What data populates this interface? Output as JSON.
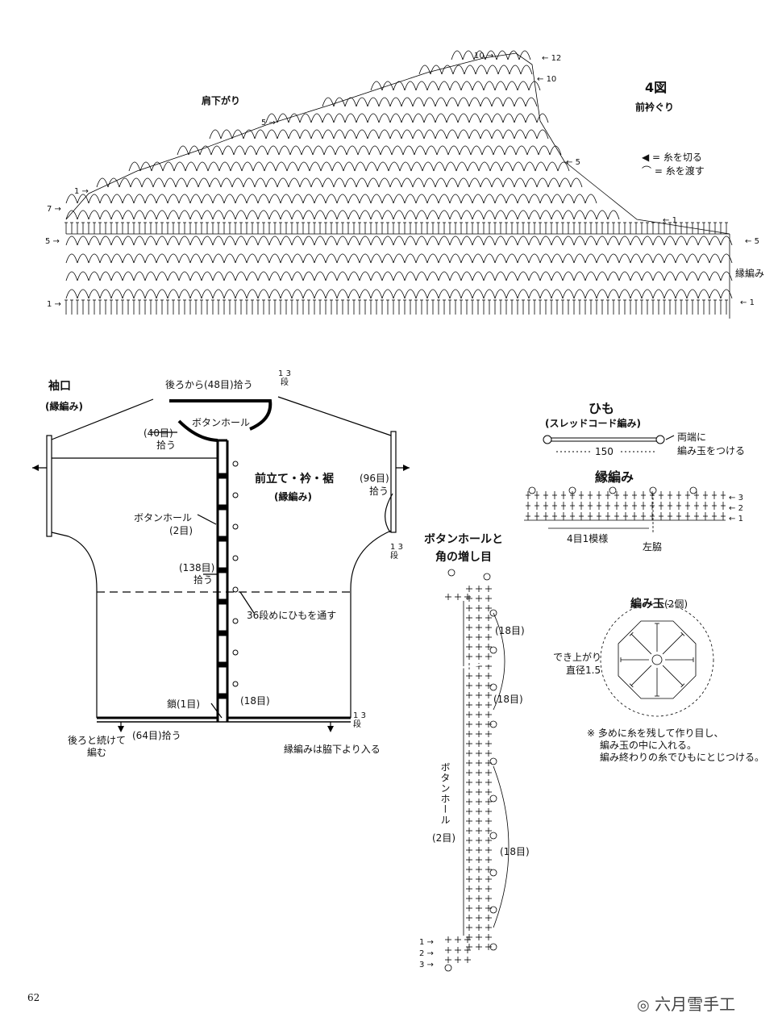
{
  "page_number": "62",
  "watermark": "六月雪手工",
  "fig4": {
    "title": "4図",
    "subtitle": "前衿ぐり",
    "shoulder_label": "肩下がり",
    "edge_label": "縁編み",
    "legend_cut": "= 糸を切る",
    "legend_pass": "= 糸を渡す",
    "row_marks": [
      "1",
      "5",
      "7",
      "1",
      "5",
      "10",
      "12",
      "10",
      "5",
      "1",
      "5",
      "1"
    ]
  },
  "schematic": {
    "cuff_title": "袖口",
    "cuff_sub": "(縁編み)",
    "back_pickup": "後ろから(48目)拾う",
    "buttonhole": "ボタンホール",
    "pick40": "(40目)",
    "pick40b": "拾う",
    "front_title": "前立て・衿・裾",
    "front_sub": "(縁編み)",
    "pick96": "(96目)",
    "pick96b": "拾う",
    "rows13": "1",
    "rows13b": "3",
    "rows13c": "段",
    "bh2": "ボタンホール",
    "bh2b": "(2目)",
    "pick138": "(138目)",
    "pick138b": "拾う",
    "row36": "36段めにひもを通す",
    "chain1": "鎖(1目)",
    "st18": "(18目)",
    "pick64": "(64目)拾う",
    "cont_back": "後ろと続けて",
    "cont_back2": "編む",
    "edge_from": "縁編みは脇下より入る"
  },
  "cord": {
    "title": "ひも",
    "sub": "(スレッドコード編み)",
    "length": "150",
    "note1": "両端に",
    "note2": "編み玉をつける"
  },
  "edging": {
    "title": "縁編み",
    "repeat": "4目1模様",
    "side": "左脇",
    "rows": [
      "3",
      "2",
      "1"
    ]
  },
  "buttonhole_detail": {
    "title1": "ボタンホールと",
    "title2": "角の増し目",
    "counts": [
      "(18目)",
      "(18目)",
      "(18目)"
    ],
    "vertical_label": "ボタンホール",
    "vertical_sub": "(2目)",
    "rows": [
      "1",
      "2",
      "3"
    ]
  },
  "ball": {
    "title": "編み玉",
    "count": "(2個)",
    "finished": "でき上がり",
    "diameter": "直径1.5",
    "note1": "※ 多めに糸を残して作り目し、",
    "note2": "編み玉の中に入れる。",
    "note3": "編み終わりの糸でひもにとじつける。"
  }
}
